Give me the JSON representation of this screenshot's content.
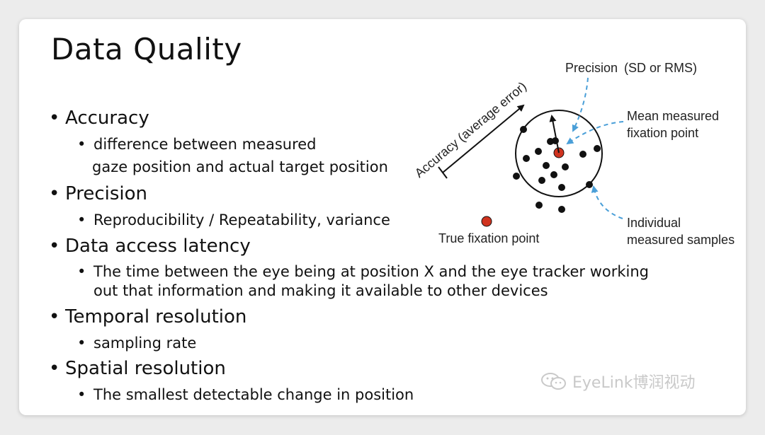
{
  "slide": {
    "title": "Data Quality",
    "bullets": [
      {
        "heading": "Accuracy",
        "sub": [
          "difference between measured",
          "gaze position and actual target position"
        ]
      },
      {
        "heading": "Precision",
        "sub": [
          "Reproducibility / Repeatability, variance"
        ]
      },
      {
        "heading": "Data access latency",
        "sub": [
          "The time between the eye being at position X and the eye tracker working",
          "out that information and making it available to other devices"
        ]
      },
      {
        "heading": "Temporal resolution",
        "sub": [
          "sampling rate"
        ]
      },
      {
        "heading": "Spatial resolution",
        "sub": [
          "The smallest detectable change in position"
        ]
      }
    ],
    "bullet_glyph": "•"
  },
  "diagram": {
    "precision_label": "Precision",
    "precision_paren": "(SD or RMS)",
    "accuracy_label": "Accuracy (average error)",
    "mean_label_1": "Mean measured",
    "mean_label_2": "fixation point",
    "individual_label_1": "Individual",
    "individual_label_2": "measured samples",
    "true_label": "True fixation point",
    "colors": {
      "red": "#d0331f",
      "blue": "#4a9fd8",
      "dark": "#111111"
    }
  },
  "watermark": {
    "text": "EyeLink博润视动",
    "icon": "wechat-icon"
  }
}
